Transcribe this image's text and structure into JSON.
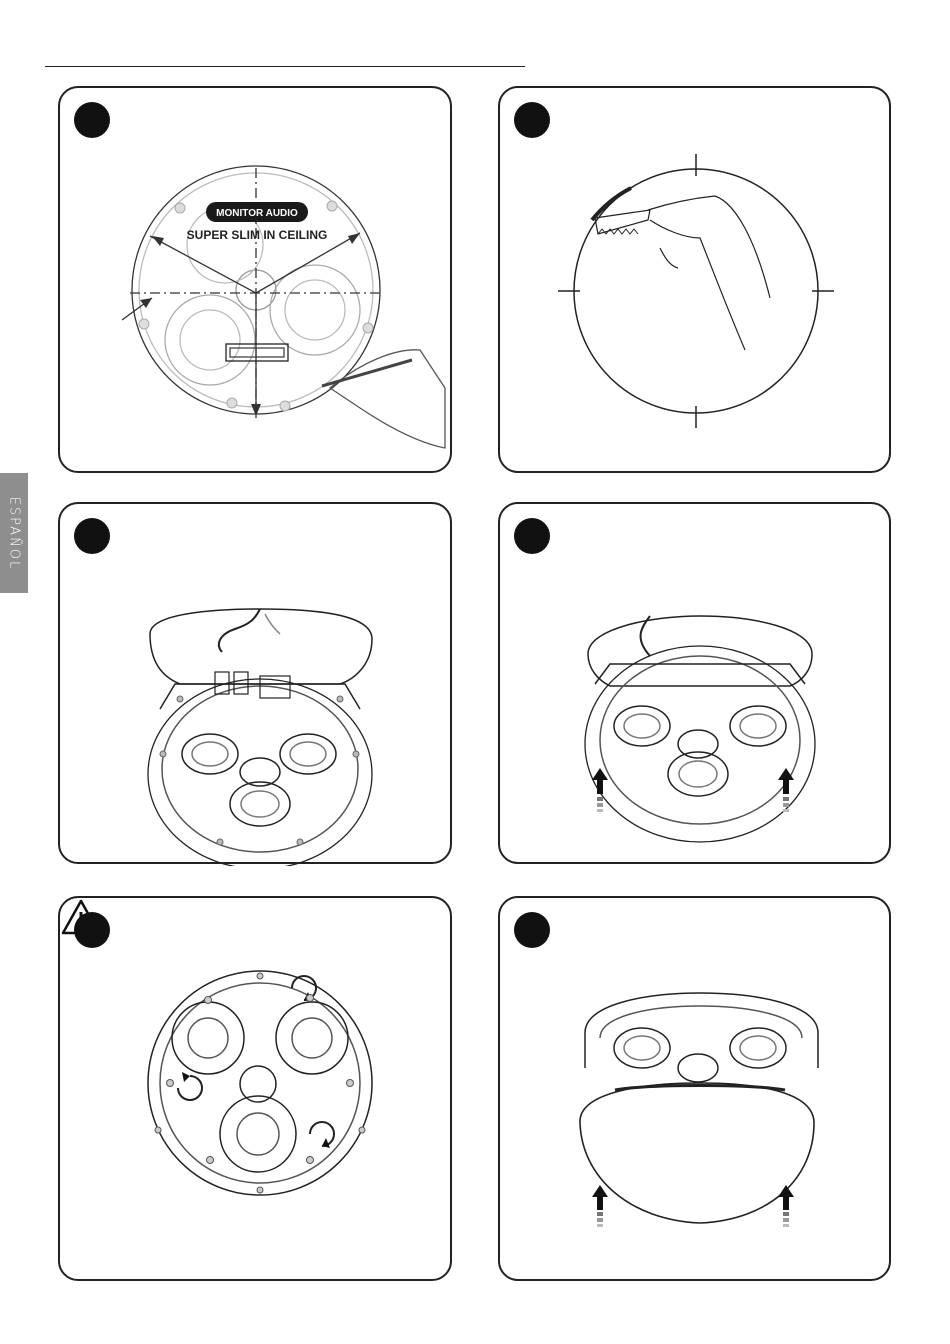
{
  "page": {
    "side_tab_label": "ESPAÑOL"
  },
  "panels": {
    "p1": {
      "logo_text": "MONITOR AUDIO",
      "model_text": "SUPER SLIM  IN CEILING"
    },
    "p6": {}
  },
  "icons": {
    "step_marker": "filled-circle",
    "warning": "warning-triangle-icon",
    "arrow": "up-arrow-icon",
    "rotate": "rotate-arrow-icon"
  },
  "colors": {
    "line": "#222222",
    "tab_bg": "#8e8e8e",
    "tab_text": "#ffffff"
  }
}
